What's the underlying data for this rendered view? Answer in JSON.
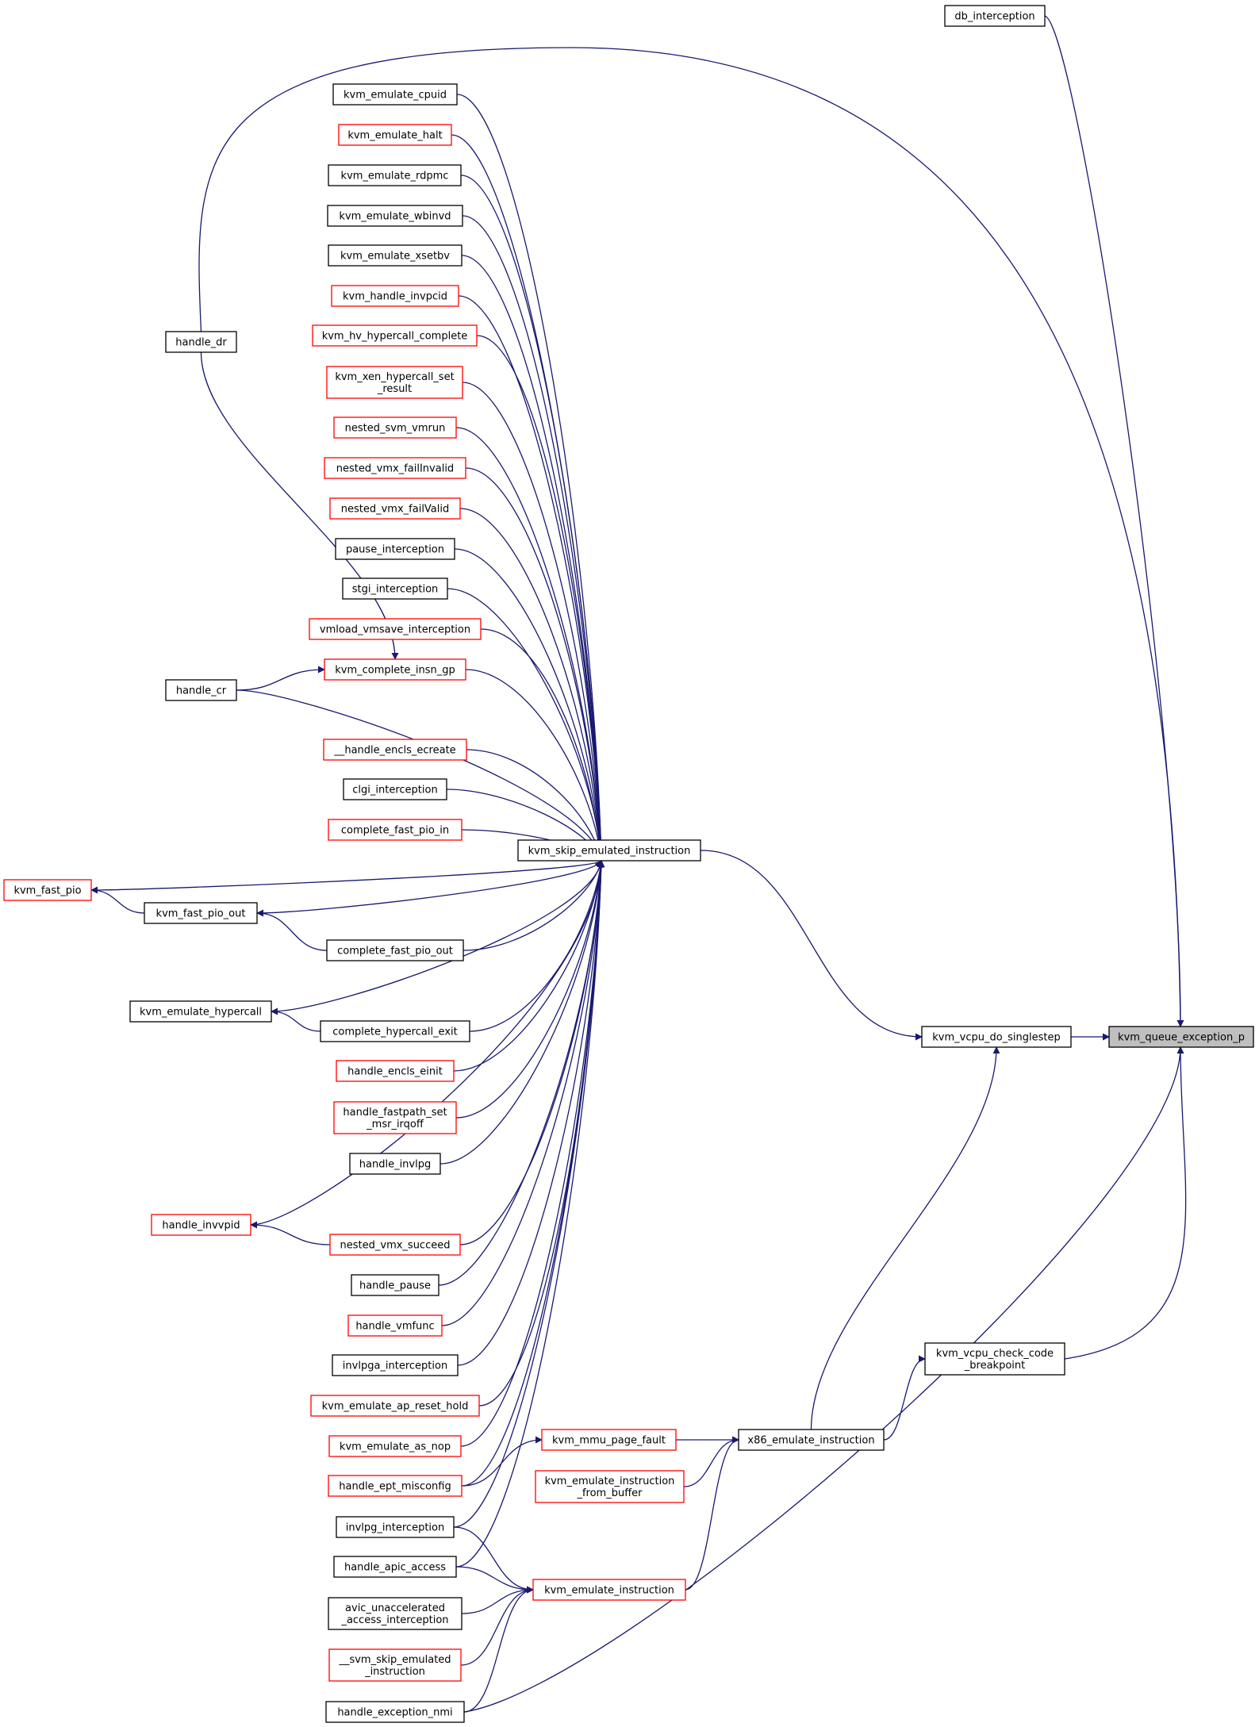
{
  "colors": {
    "edge": "#191970",
    "border_default": "#000000",
    "border_incomplete": "#ff0000",
    "focus_fill": "#bfbfbf",
    "background": "#ffffff"
  },
  "nodes": {
    "kvm_queue_exception_p": {
      "lines": [
        "kvm_queue_exception_p"
      ],
      "style": "focus"
    },
    "db_interception": {
      "lines": [
        "db_interception"
      ],
      "style": "black"
    },
    "kvm_vcpu_do_singlestep": {
      "lines": [
        "kvm_vcpu_do_singlestep"
      ],
      "style": "black"
    },
    "kvm_vcpu_check_code_breakpoint": {
      "lines": [
        "kvm_vcpu_check_code",
        "_breakpoint"
      ],
      "style": "black"
    },
    "x86_emulate_instruction": {
      "lines": [
        "x86_emulate_instruction"
      ],
      "style": "black"
    },
    "kvm_skip_emulated_instruction": {
      "lines": [
        "kvm_skip_emulated_instruction"
      ],
      "style": "black"
    },
    "kvm_mmu_page_fault": {
      "lines": [
        "kvm_mmu_page_fault"
      ],
      "style": "red"
    },
    "kvm_emulate_instruction_from_buffer": {
      "lines": [
        "kvm_emulate_instruction",
        "_from_buffer"
      ],
      "style": "red"
    },
    "kvm_emulate_instruction": {
      "lines": [
        "kvm_emulate_instruction"
      ],
      "style": "red"
    },
    "handle_dr": {
      "lines": [
        "handle_dr"
      ],
      "style": "black"
    },
    "handle_cr": {
      "lines": [
        "handle_cr"
      ],
      "style": "black"
    },
    "kvm_fast_pio": {
      "lines": [
        "kvm_fast_pio"
      ],
      "style": "red"
    },
    "kvm_fast_pio_out": {
      "lines": [
        "kvm_fast_pio_out"
      ],
      "style": "black"
    },
    "kvm_emulate_hypercall": {
      "lines": [
        "kvm_emulate_hypercall"
      ],
      "style": "black"
    },
    "handle_invvpid": {
      "lines": [
        "handle_invvpid"
      ],
      "style": "red"
    },
    "kvm_emulate_cpuid": {
      "lines": [
        "kvm_emulate_cpuid"
      ],
      "style": "black"
    },
    "kvm_emulate_halt": {
      "lines": [
        "kvm_emulate_halt"
      ],
      "style": "red"
    },
    "kvm_emulate_rdpmc": {
      "lines": [
        "kvm_emulate_rdpmc"
      ],
      "style": "black"
    },
    "kvm_emulate_wbinvd": {
      "lines": [
        "kvm_emulate_wbinvd"
      ],
      "style": "black"
    },
    "kvm_emulate_xsetbv": {
      "lines": [
        "kvm_emulate_xsetbv"
      ],
      "style": "black"
    },
    "kvm_handle_invpcid": {
      "lines": [
        "kvm_handle_invpcid"
      ],
      "style": "red"
    },
    "kvm_hv_hypercall_complete": {
      "lines": [
        "kvm_hv_hypercall_complete"
      ],
      "style": "red"
    },
    "kvm_xen_hypercall_set_result": {
      "lines": [
        "kvm_xen_hypercall_set",
        "_result"
      ],
      "style": "red"
    },
    "nested_svm_vmrun": {
      "lines": [
        "nested_svm_vmrun"
      ],
      "style": "red"
    },
    "nested_vmx_failInvalid": {
      "lines": [
        "nested_vmx_failInvalid"
      ],
      "style": "red"
    },
    "nested_vmx_failValid": {
      "lines": [
        "nested_vmx_failValid"
      ],
      "style": "red"
    },
    "pause_interception": {
      "lines": [
        "pause_interception"
      ],
      "style": "black"
    },
    "stgi_interception": {
      "lines": [
        "stgi_interception"
      ],
      "style": "black"
    },
    "vmload_vmsave_interception": {
      "lines": [
        "vmload_vmsave_interception"
      ],
      "style": "red"
    },
    "kvm_complete_insn_gp": {
      "lines": [
        "kvm_complete_insn_gp"
      ],
      "style": "red"
    },
    "__handle_encls_ecreate": {
      "lines": [
        "__handle_encls_ecreate"
      ],
      "style": "red"
    },
    "clgi_interception": {
      "lines": [
        "clgi_interception"
      ],
      "style": "black"
    },
    "complete_fast_pio_in": {
      "lines": [
        "complete_fast_pio_in"
      ],
      "style": "red"
    },
    "complete_fast_pio_out": {
      "lines": [
        "complete_fast_pio_out"
      ],
      "style": "black"
    },
    "complete_hypercall_exit": {
      "lines": [
        "complete_hypercall_exit"
      ],
      "style": "black"
    },
    "handle_encls_einit": {
      "lines": [
        "handle_encls_einit"
      ],
      "style": "red"
    },
    "handle_fastpath_set_msr_irqoff": {
      "lines": [
        "handle_fastpath_set",
        "_msr_irqoff"
      ],
      "style": "red"
    },
    "handle_invlpg": {
      "lines": [
        "handle_invlpg"
      ],
      "style": "black"
    },
    "nested_vmx_succeed": {
      "lines": [
        "nested_vmx_succeed"
      ],
      "style": "red"
    },
    "handle_pause": {
      "lines": [
        "handle_pause"
      ],
      "style": "black"
    },
    "handle_vmfunc": {
      "lines": [
        "handle_vmfunc"
      ],
      "style": "red"
    },
    "invlpga_interception": {
      "lines": [
        "invlpga_interception"
      ],
      "style": "black"
    },
    "kvm_emulate_ap_reset_hold": {
      "lines": [
        "kvm_emulate_ap_reset_hold"
      ],
      "style": "red"
    },
    "kvm_emulate_as_nop": {
      "lines": [
        "kvm_emulate_as_nop"
      ],
      "style": "red"
    },
    "handle_ept_misconfig": {
      "lines": [
        "handle_ept_misconfig"
      ],
      "style": "red"
    },
    "invlpg_interception": {
      "lines": [
        "invlpg_interception"
      ],
      "style": "black"
    },
    "handle_apic_access": {
      "lines": [
        "handle_apic_access"
      ],
      "style": "black"
    },
    "avic_unaccelerated_access_interception": {
      "lines": [
        "avic_unaccelerated",
        "_access_interception"
      ],
      "style": "black"
    },
    "__svm_skip_emulated_instruction": {
      "lines": [
        "__svm_skip_emulated",
        "_instruction"
      ],
      "style": "red"
    },
    "handle_exception_nmi": {
      "lines": [
        "handle_exception_nmi"
      ],
      "style": "black"
    }
  },
  "edges": [
    [
      "db_interception",
      "kvm_queue_exception_p"
    ],
    [
      "handle_dr",
      "kvm_queue_exception_p"
    ],
    [
      "kvm_vcpu_do_singlestep",
      "kvm_queue_exception_p"
    ],
    [
      "kvm_vcpu_check_code_breakpoint",
      "kvm_queue_exception_p"
    ],
    [
      "handle_exception_nmi",
      "kvm_queue_exception_p"
    ],
    [
      "kvm_skip_emulated_instruction",
      "kvm_vcpu_do_singlestep"
    ],
    [
      "x86_emulate_instruction",
      "kvm_vcpu_do_singlestep"
    ],
    [
      "x86_emulate_instruction",
      "kvm_vcpu_check_code_breakpoint"
    ],
    [
      "kvm_mmu_page_fault",
      "x86_emulate_instruction"
    ],
    [
      "kvm_emulate_instruction_from_buffer",
      "x86_emulate_instruction"
    ],
    [
      "kvm_emulate_instruction",
      "x86_emulate_instruction"
    ],
    [
      "handle_ept_misconfig",
      "kvm_mmu_page_fault"
    ],
    [
      "invlpg_interception",
      "kvm_emulate_instruction"
    ],
    [
      "handle_apic_access",
      "kvm_emulate_instruction"
    ],
    [
      "avic_unaccelerated_access_interception",
      "kvm_emulate_instruction"
    ],
    [
      "__svm_skip_emulated_instruction",
      "kvm_emulate_instruction"
    ],
    [
      "handle_exception_nmi",
      "kvm_emulate_instruction"
    ],
    [
      "handle_dr",
      "kvm_complete_insn_gp"
    ],
    [
      "handle_cr",
      "kvm_complete_insn_gp"
    ],
    [
      "kvm_fast_pio_out",
      "kvm_fast_pio"
    ],
    [
      "complete_fast_pio_out",
      "kvm_fast_pio_out"
    ],
    [
      "complete_hypercall_exit",
      "kvm_emulate_hypercall"
    ],
    [
      "nested_vmx_succeed",
      "handle_invvpid"
    ],
    [
      "kvm_emulate_cpuid",
      "kvm_skip_emulated_instruction"
    ],
    [
      "kvm_emulate_halt",
      "kvm_skip_emulated_instruction"
    ],
    [
      "kvm_emulate_rdpmc",
      "kvm_skip_emulated_instruction"
    ],
    [
      "kvm_emulate_wbinvd",
      "kvm_skip_emulated_instruction"
    ],
    [
      "kvm_emulate_xsetbv",
      "kvm_skip_emulated_instruction"
    ],
    [
      "kvm_handle_invpcid",
      "kvm_skip_emulated_instruction"
    ],
    [
      "kvm_hv_hypercall_complete",
      "kvm_skip_emulated_instruction"
    ],
    [
      "kvm_xen_hypercall_set_result",
      "kvm_skip_emulated_instruction"
    ],
    [
      "nested_svm_vmrun",
      "kvm_skip_emulated_instruction"
    ],
    [
      "nested_vmx_failInvalid",
      "kvm_skip_emulated_instruction"
    ],
    [
      "nested_vmx_failValid",
      "kvm_skip_emulated_instruction"
    ],
    [
      "pause_interception",
      "kvm_skip_emulated_instruction"
    ],
    [
      "stgi_interception",
      "kvm_skip_emulated_instruction"
    ],
    [
      "vmload_vmsave_interception",
      "kvm_skip_emulated_instruction"
    ],
    [
      "kvm_complete_insn_gp",
      "kvm_skip_emulated_instruction"
    ],
    [
      "handle_cr",
      "kvm_skip_emulated_instruction"
    ],
    [
      "__handle_encls_ecreate",
      "kvm_skip_emulated_instruction"
    ],
    [
      "clgi_interception",
      "kvm_skip_emulated_instruction"
    ],
    [
      "complete_fast_pio_in",
      "kvm_skip_emulated_instruction"
    ],
    [
      "kvm_fast_pio",
      "kvm_skip_emulated_instruction"
    ],
    [
      "kvm_fast_pio_out",
      "kvm_skip_emulated_instruction"
    ],
    [
      "complete_fast_pio_out",
      "kvm_skip_emulated_instruction"
    ],
    [
      "kvm_emulate_hypercall",
      "kvm_skip_emulated_instruction"
    ],
    [
      "complete_hypercall_exit",
      "kvm_skip_emulated_instruction"
    ],
    [
      "handle_encls_einit",
      "kvm_skip_emulated_instruction"
    ],
    [
      "handle_fastpath_set_msr_irqoff",
      "kvm_skip_emulated_instruction"
    ],
    [
      "handle_invlpg",
      "kvm_skip_emulated_instruction"
    ],
    [
      "handle_invvpid",
      "kvm_skip_emulated_instruction"
    ],
    [
      "nested_vmx_succeed",
      "kvm_skip_emulated_instruction"
    ],
    [
      "handle_pause",
      "kvm_skip_emulated_instruction"
    ],
    [
      "handle_vmfunc",
      "kvm_skip_emulated_instruction"
    ],
    [
      "invlpga_interception",
      "kvm_skip_emulated_instruction"
    ],
    [
      "kvm_emulate_ap_reset_hold",
      "kvm_skip_emulated_instruction"
    ],
    [
      "kvm_emulate_as_nop",
      "kvm_skip_emulated_instruction"
    ],
    [
      "handle_ept_misconfig",
      "kvm_skip_emulated_instruction"
    ],
    [
      "invlpg_interception",
      "kvm_skip_emulated_instruction"
    ],
    [
      "handle_apic_access",
      "kvm_skip_emulated_instruction"
    ]
  ]
}
